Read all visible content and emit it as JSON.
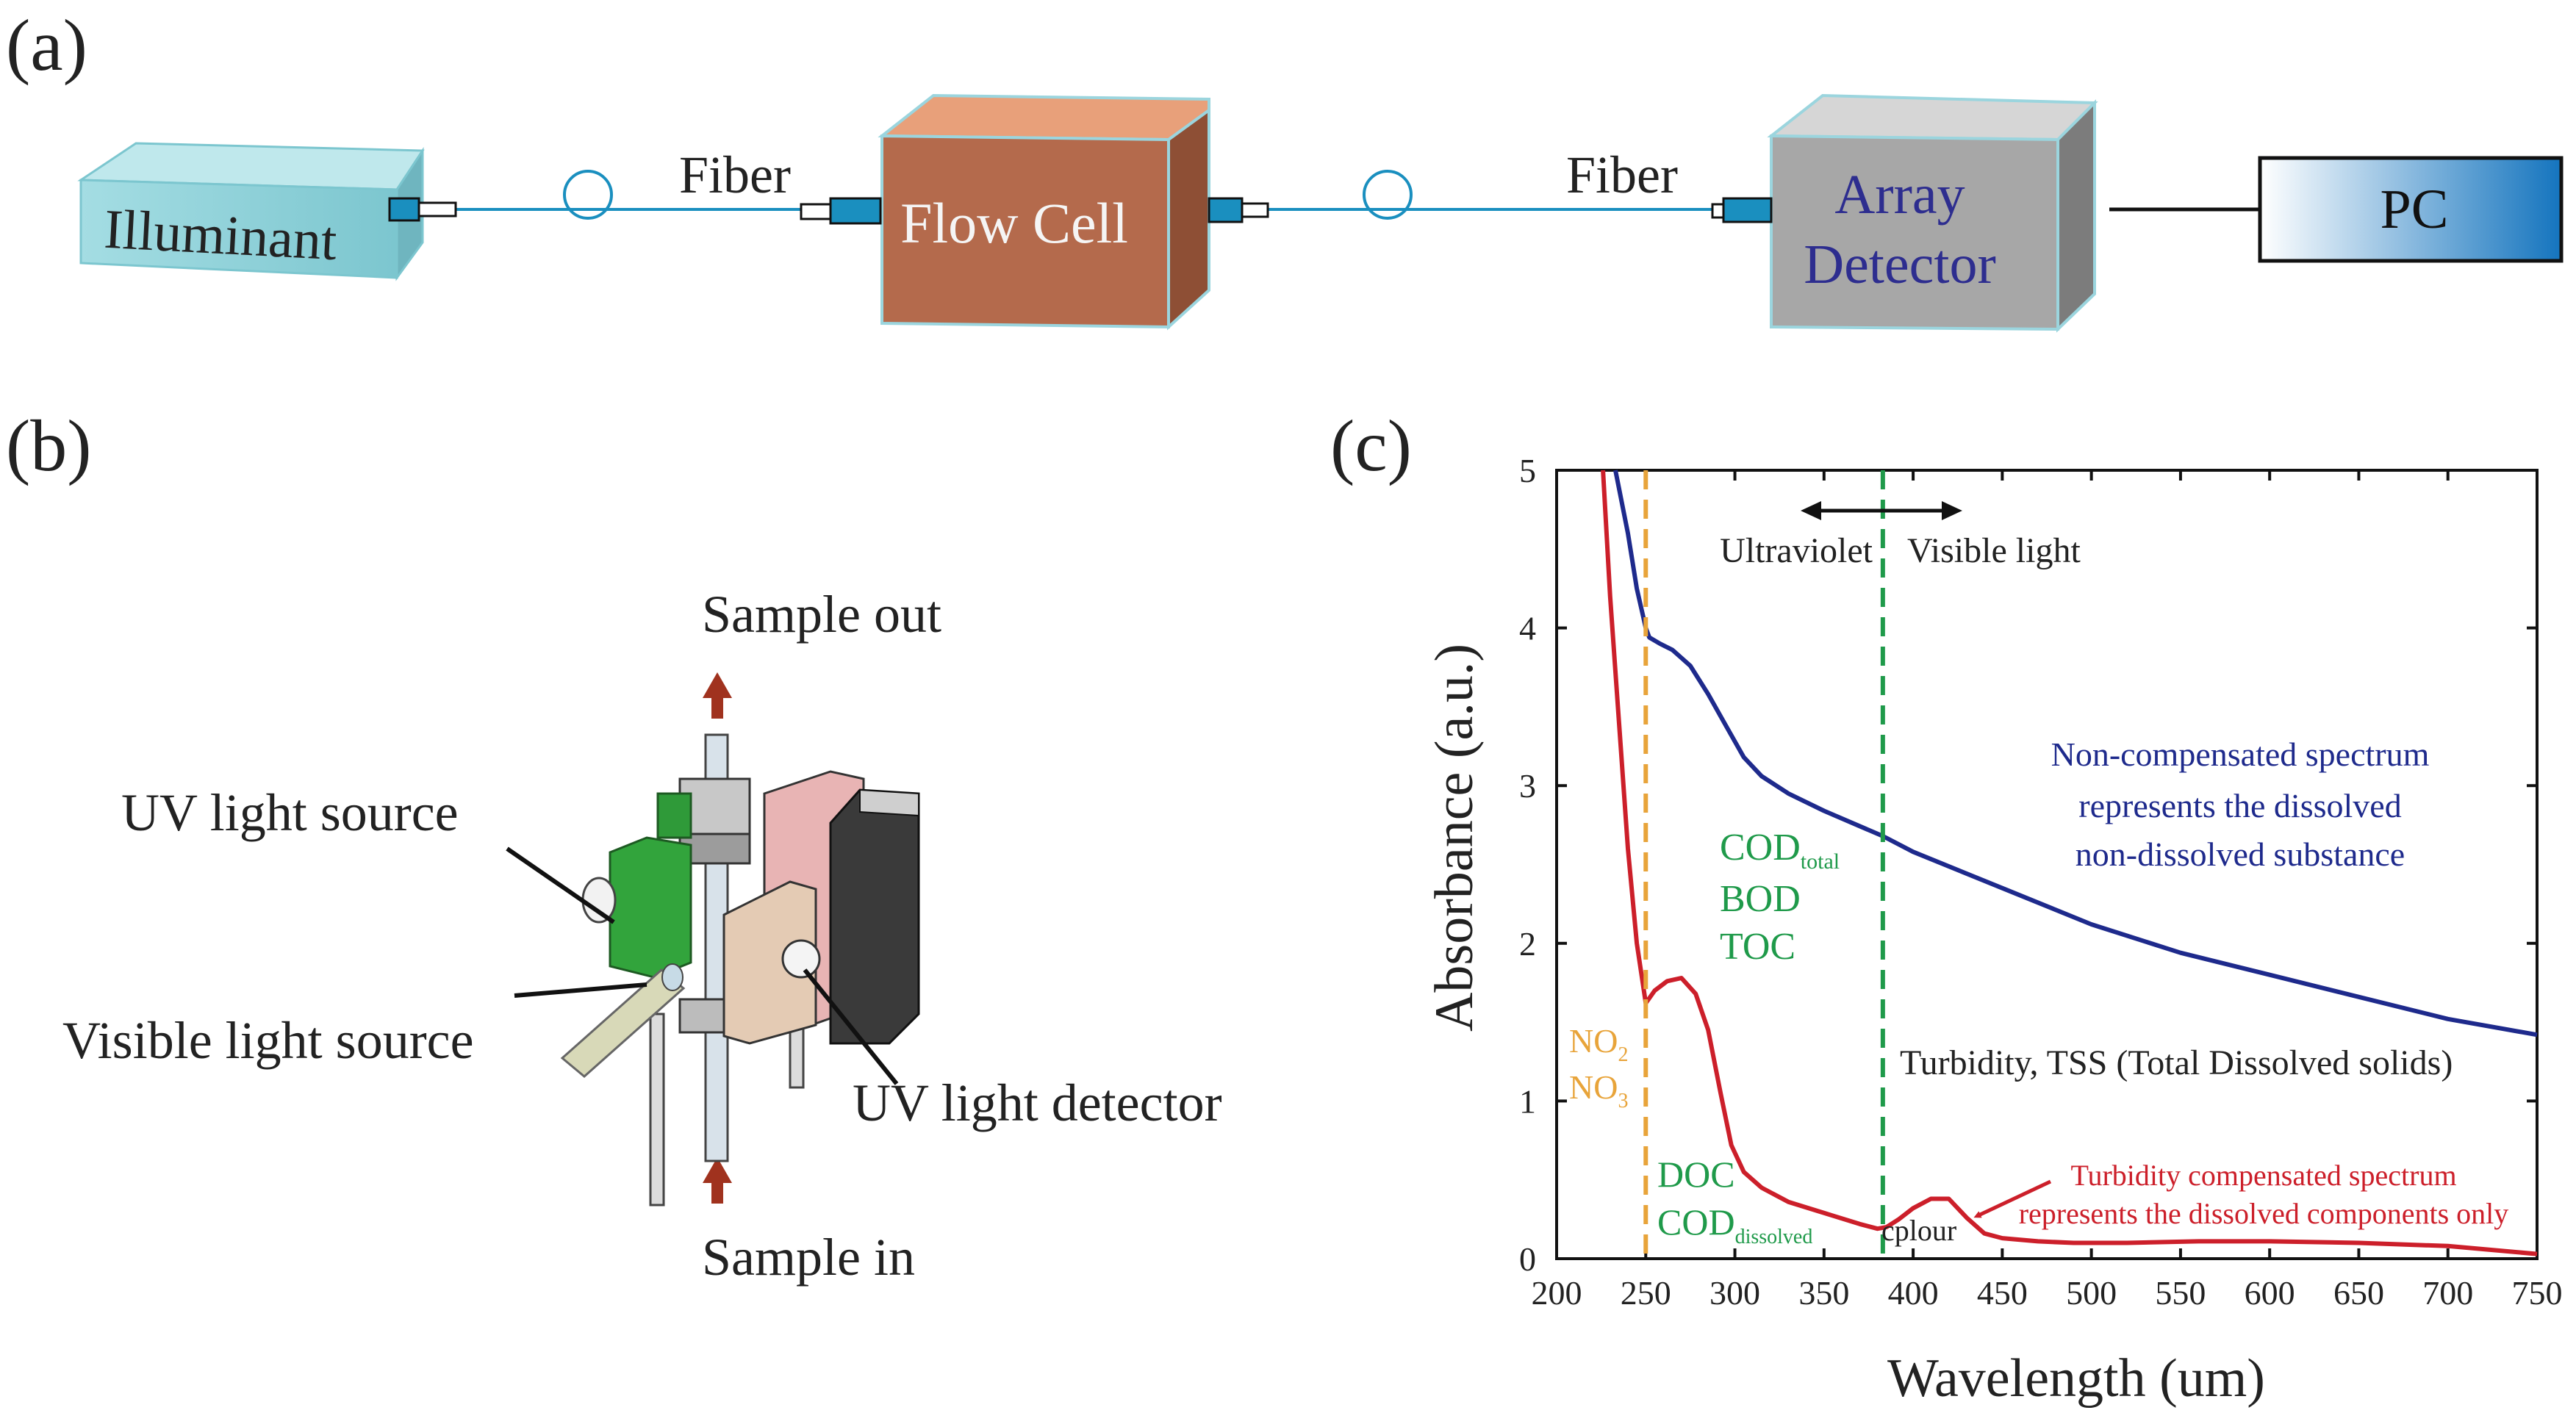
{
  "colors": {
    "fiber": "#1a8fbf",
    "illuminant": "#8ed0d8",
    "flow_cell": "#b46a4c",
    "detector": "#a7a7a7",
    "detector_text": "#2d2d8f",
    "pc_gradient_end": "#1474be",
    "blue_curve": "#1e2a8c",
    "red_curve": "#cc1f2a",
    "orange_line": "#e8a43a",
    "green_line": "#1f9a4a",
    "green_text": "#1f9a4a",
    "arrow_red": "#a0321e"
  },
  "panel_a": {
    "label": "(a)",
    "illuminant": "Illuminant",
    "fiber_1": "Fiber",
    "flow_cell": "Flow Cell",
    "fiber_2": "Fiber",
    "array_detector_line1": "Array",
    "array_detector_line2": "Detector",
    "pc": "PC"
  },
  "panel_b": {
    "label": "(b)",
    "sample_out": "Sample out",
    "uv_source": "UV light source",
    "visible_source": "Visible light source",
    "uv_detector": "UV light detector",
    "sample_in": "Sample in"
  },
  "panel_c": {
    "label": "(c)",
    "ultraviolet": "Ultraviolet",
    "visible_light": "Visible light",
    "cod_total": "COD",
    "cod_total_sub": "total",
    "bod": "BOD",
    "toc": "TOC",
    "no2": "NO",
    "no2_sub": "2",
    "no3": "NO",
    "no3_sub": "3",
    "doc": "DOC",
    "cod_dissolved": "COD",
    "cod_dissolved_sub": "dissolved",
    "colour": "cplour",
    "non_comp_1": "Non-compensated spectrum",
    "non_comp_2": "represents the dissolved",
    "non_comp_3": "non-dissolved substance",
    "turbidity_tss": "Turbidity, TSS (Total Dissolved solids)",
    "turb_comp_1": "Turbidity compensated spectrum",
    "turb_comp_2": "represents the dissolved components only"
  },
  "chart_data": {
    "type": "line",
    "xlabel": "Wavelength (um)",
    "ylabel": "Absorbance (a.u.)",
    "xlim": [
      200,
      750
    ],
    "ylim": [
      0,
      5
    ],
    "x_ticks": [
      "200",
      "250",
      "300",
      "350",
      "400",
      "450",
      "500",
      "550",
      "600",
      "650",
      "700",
      "750"
    ],
    "y_ticks": [
      "0",
      "1",
      "2",
      "3",
      "4",
      "5"
    ],
    "vlines": [
      250,
      383
    ],
    "series": [
      {
        "color": "#1e2a8c",
        "x": [
          233,
          240,
          245,
          250,
          252,
          258,
          265,
          275,
          285,
          295,
          305,
          315,
          330,
          350,
          383,
          400,
          450,
          500,
          550,
          600,
          650,
          700,
          750
        ],
        "y": [
          5.0,
          4.6,
          4.25,
          4.0,
          3.94,
          3.9,
          3.86,
          3.76,
          3.58,
          3.38,
          3.18,
          3.06,
          2.95,
          2.84,
          2.68,
          2.58,
          2.35,
          2.12,
          1.94,
          1.8,
          1.66,
          1.52,
          1.42
        ]
      },
      {
        "color": "#cc1f2a",
        "x": [
          226,
          230,
          235,
          240,
          245,
          250,
          255,
          262,
          270,
          278,
          285,
          292,
          298,
          305,
          315,
          330,
          350,
          370,
          380,
          385,
          392,
          400,
          410,
          420,
          430,
          440,
          450,
          470,
          490,
          520,
          560,
          600,
          650,
          700,
          750
        ],
        "y": [
          5.0,
          4.2,
          3.4,
          2.6,
          2.0,
          1.62,
          1.7,
          1.76,
          1.78,
          1.68,
          1.45,
          1.05,
          0.72,
          0.55,
          0.45,
          0.36,
          0.29,
          0.22,
          0.19,
          0.2,
          0.25,
          0.32,
          0.38,
          0.38,
          0.26,
          0.16,
          0.13,
          0.11,
          0.1,
          0.1,
          0.11,
          0.11,
          0.1,
          0.08,
          0.03
        ]
      }
    ]
  }
}
